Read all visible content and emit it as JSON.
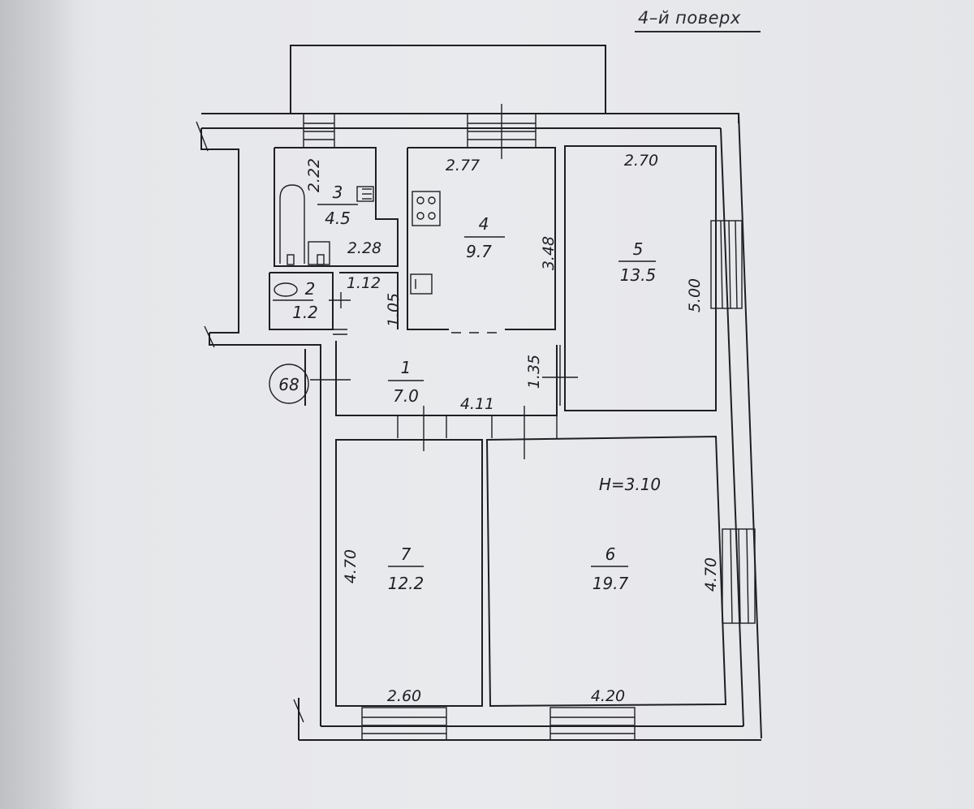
{
  "floor_label": "4–й поверх",
  "apartment_number": "68",
  "ceiling_height": "H=3.10",
  "rooms": [
    {
      "id": "room-1",
      "number": "1",
      "area": "7.0"
    },
    {
      "id": "room-2",
      "number": "2",
      "area": "1.2"
    },
    {
      "id": "room-3",
      "number": "3",
      "area": "4.5"
    },
    {
      "id": "room-4",
      "number": "4",
      "area": "9.7"
    },
    {
      "id": "room-5",
      "number": "5",
      "area": "13.5"
    },
    {
      "id": "room-6",
      "number": "6",
      "area": "19.7"
    },
    {
      "id": "room-7",
      "number": "7",
      "area": "12.2"
    }
  ],
  "dimensions": {
    "room3_height": "2.22",
    "room3_width": "2.28",
    "room2_width": "1.12",
    "corridor_height_small": "1.05",
    "room4_width": "2.77",
    "room4_height": "3.48",
    "room5_width": "2.70",
    "room5_height": "5.00",
    "corridor_height": "1.35",
    "corridor_width": "4.11",
    "room7_height": "4.70",
    "room7_width": "2.60",
    "room6_height": "4.70",
    "room6_width": "4.20"
  }
}
